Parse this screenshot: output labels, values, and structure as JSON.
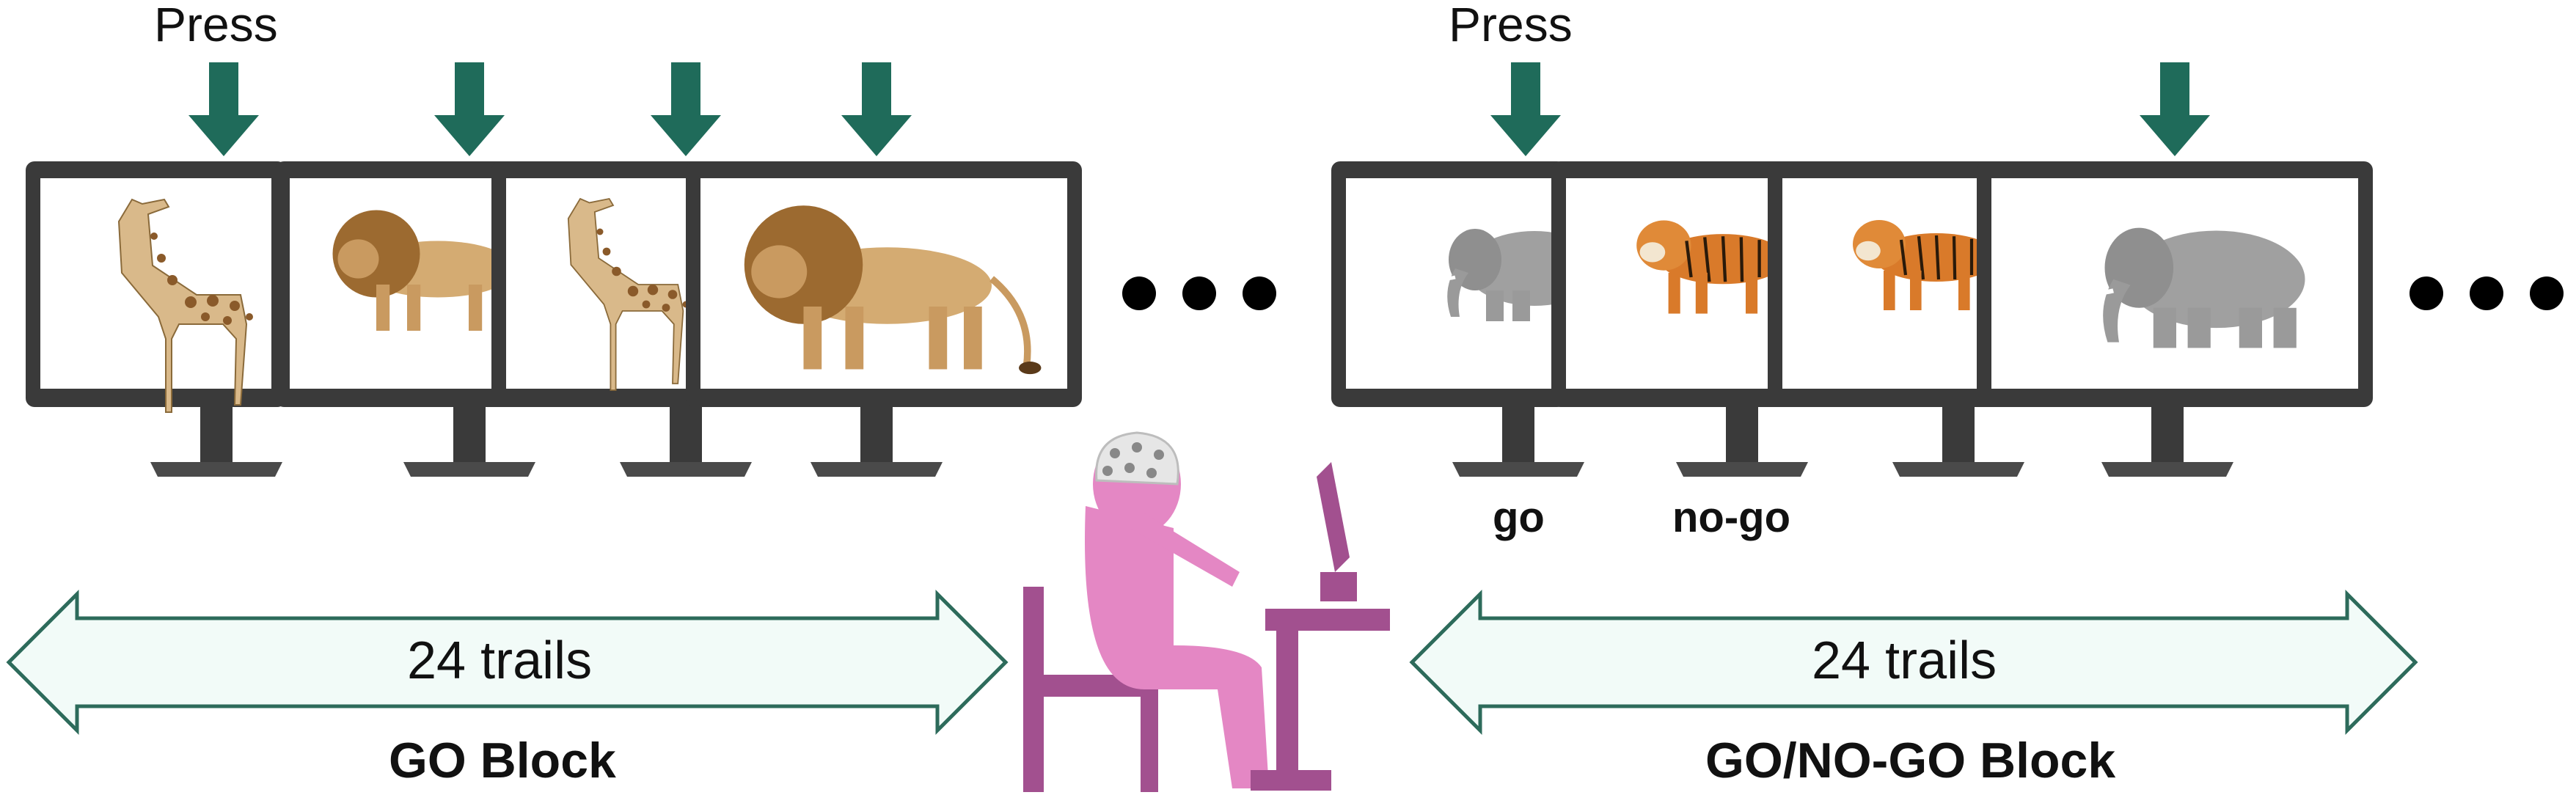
{
  "left_panel": {
    "press_label": "Press",
    "trials_label": "24 trails",
    "block_label": "GO Block",
    "stimuli": [
      "giraffe",
      "lion",
      "giraffe",
      "lion"
    ],
    "press_arrows": 4
  },
  "right_panel": {
    "press_label": "Press",
    "trials_label": "24 trails",
    "block_label": "GO/NO-GO Block",
    "stimuli": [
      "elephant",
      "tiger",
      "tiger",
      "elephant"
    ],
    "monitor_labels": [
      "go",
      "no-go"
    ],
    "press_arrows": 2
  },
  "colors": {
    "arrow_green": "#1f6b5a",
    "monitor_frame": "#3a3a3a",
    "trial_arrow_fill": "#f2fbf8",
    "trial_arrow_stroke": "#2d6b5b",
    "participant": "#e487c4",
    "chair_desk": "#a2508f"
  }
}
